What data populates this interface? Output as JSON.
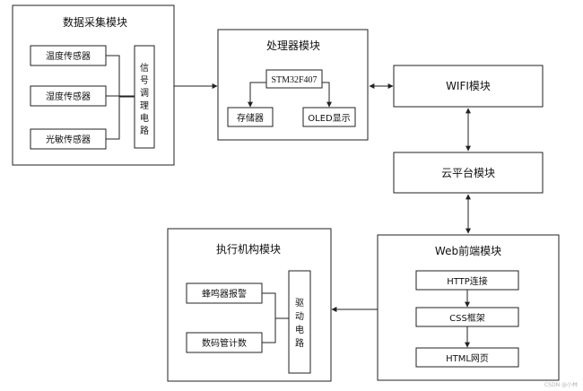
{
  "acquisition": {
    "title": "数据采集模块",
    "temp_sensor": "温度传感器",
    "humidity_sensor": "湿度传感器",
    "light_sensor": "光敏传感器",
    "signal_chars": [
      "信",
      "号",
      "调",
      "理",
      "电",
      "路"
    ]
  },
  "processor": {
    "title": "处理器模块",
    "mcu": "STM32F407",
    "storage": "存储器",
    "oled": "OLED显示"
  },
  "wifi": {
    "title": "WIFI模块"
  },
  "cloud": {
    "title": "云平台模块"
  },
  "web": {
    "title": "Web前端模块",
    "http": "HTTP连接",
    "css": "CSS框架",
    "html": "HTML网页"
  },
  "actuator": {
    "title": "执行机构模块",
    "buzzer": "蜂鸣器报警",
    "display": "数码管计数",
    "drive_chars": [
      "驱",
      "动",
      "电",
      "路"
    ]
  },
  "watermark": "CSDN @小林"
}
